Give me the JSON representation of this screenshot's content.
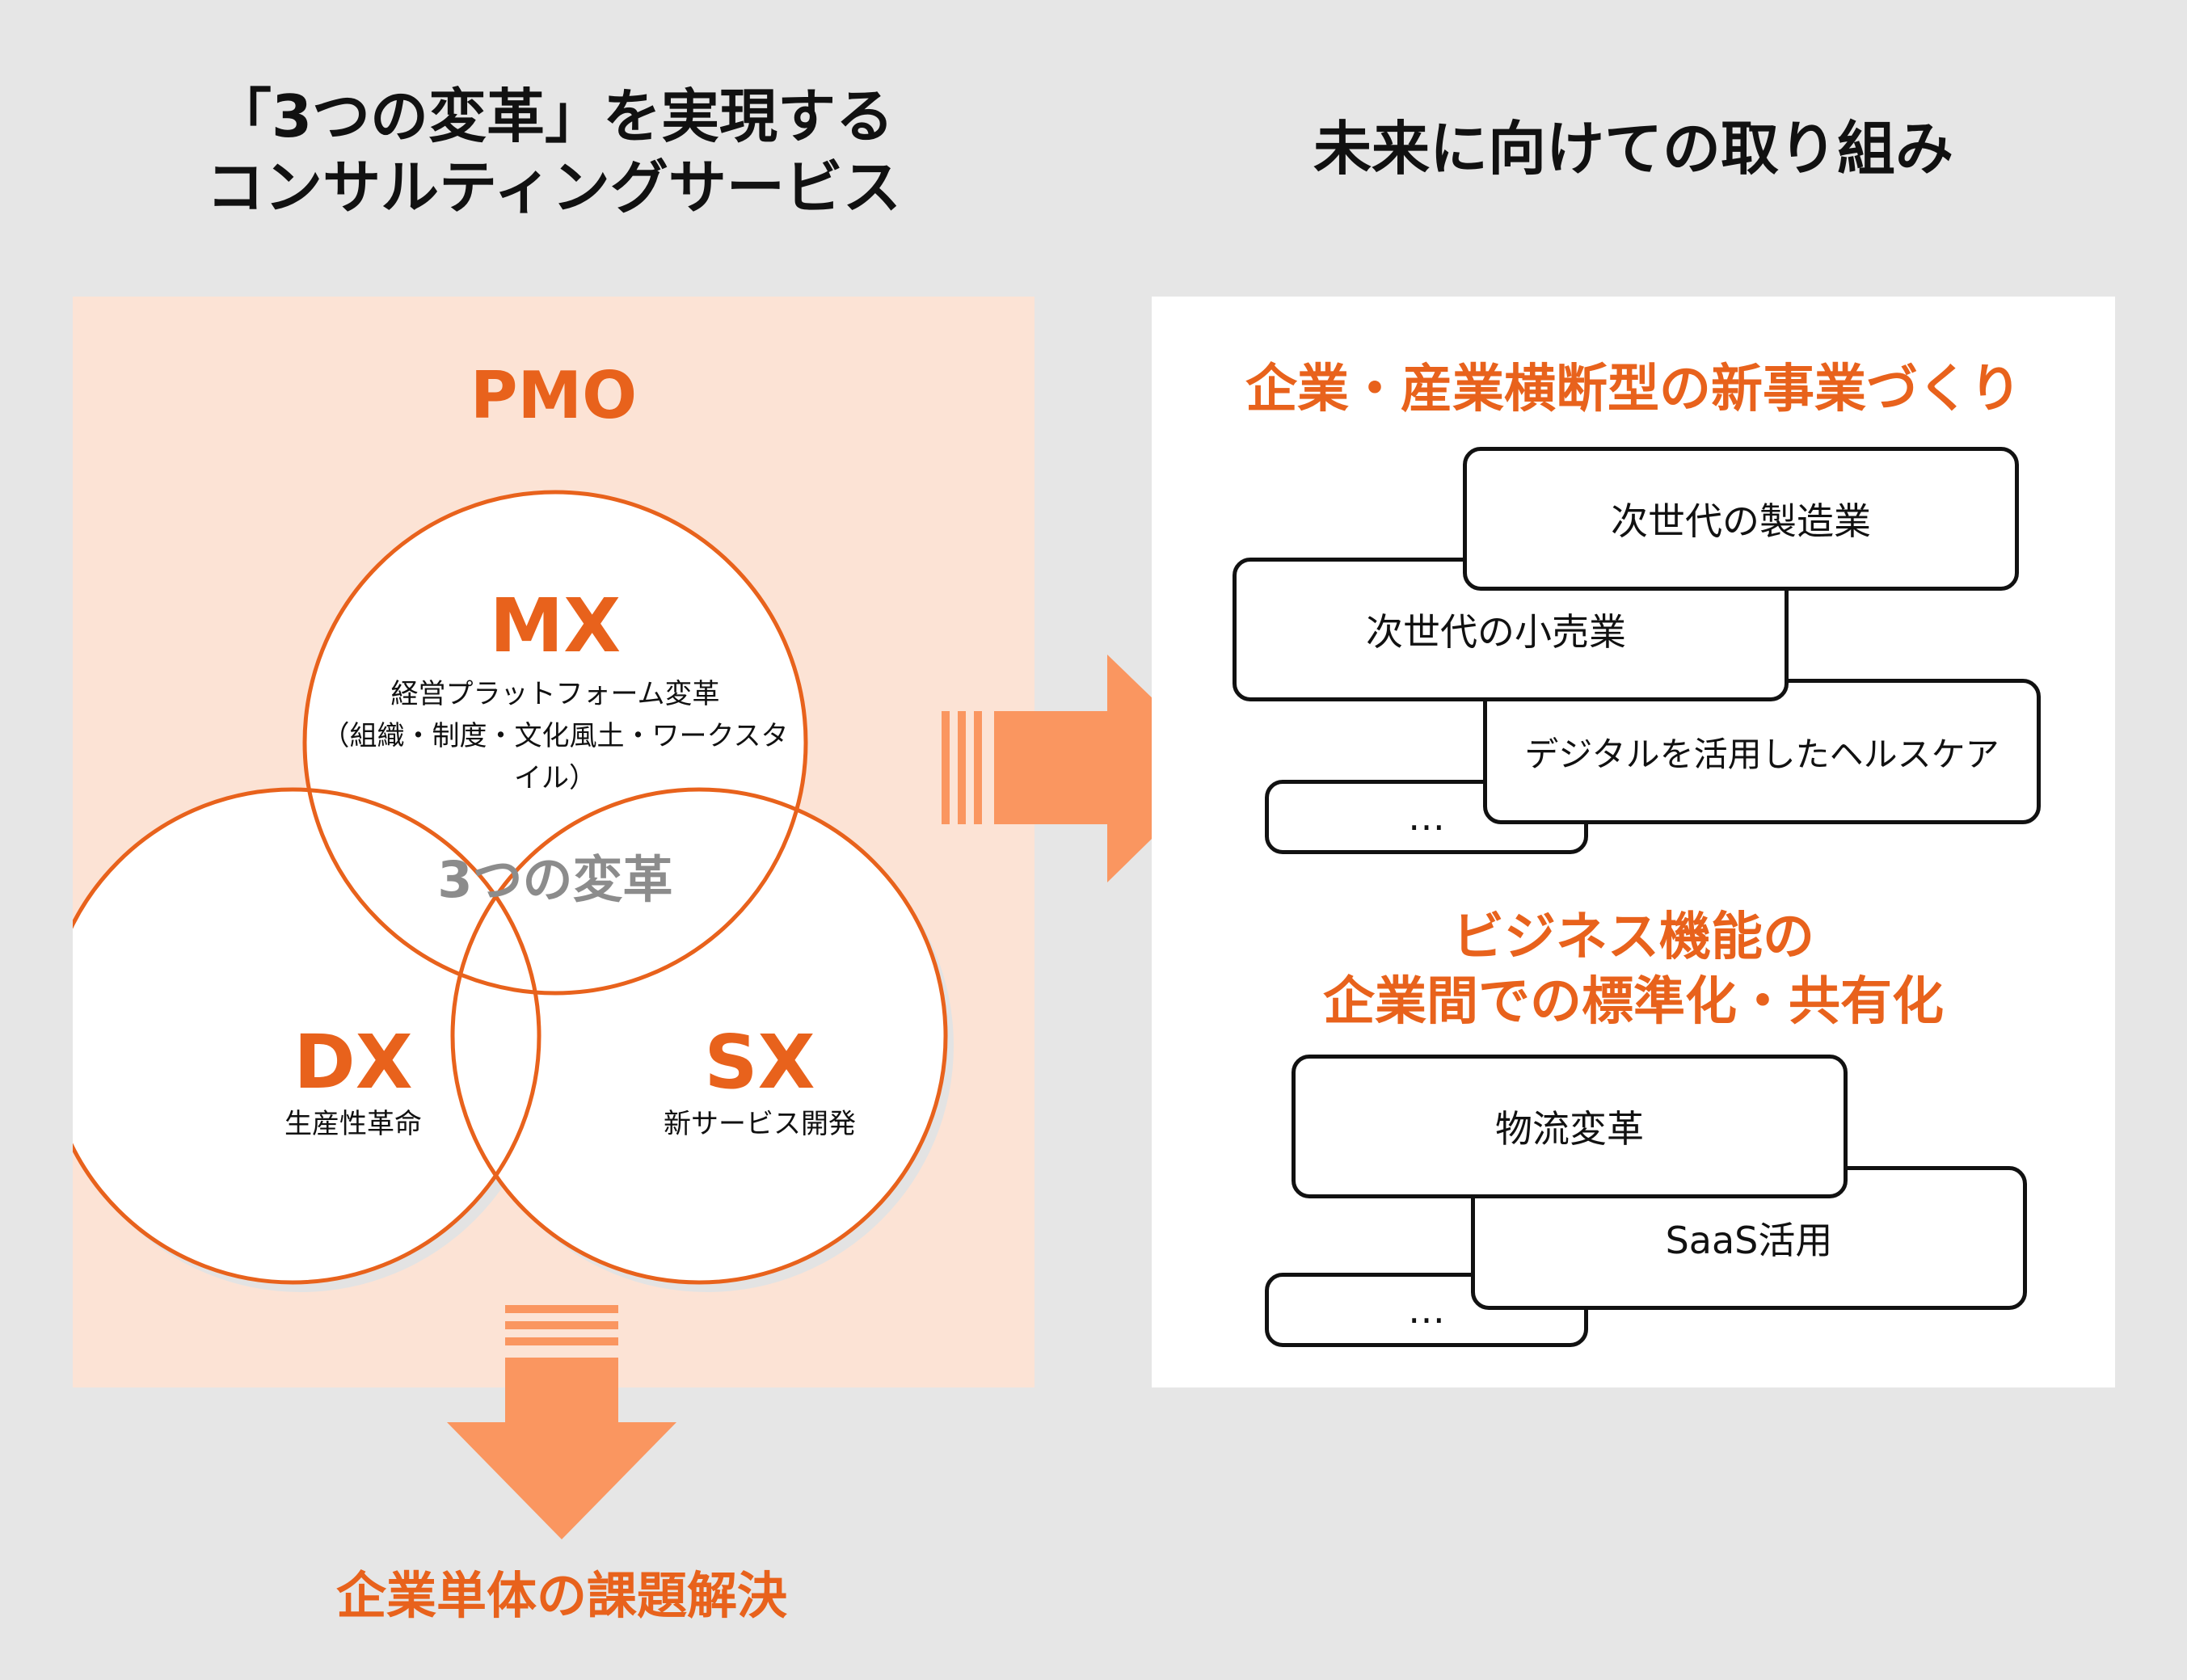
{
  "left": {
    "title_line1": "「3つの変革」を実現する",
    "title_line2": "コンサルティングサービス",
    "pmo": "PMO",
    "center": "3つの変革",
    "mx": {
      "label": "MX",
      "desc1": "経営プラットフォーム変革",
      "desc2": "（組織・制度・文化風土・ワークスタイル）"
    },
    "dx": {
      "label": "DX",
      "desc": "生産性革命"
    },
    "sx": {
      "label": "SX",
      "desc": "新サービス開発"
    },
    "bottom": "企業単体の課題解決"
  },
  "right": {
    "title": "未来に向けての取り組み",
    "section1": {
      "heading": "企業・産業横断型の新事業づくり",
      "cards": [
        "次世代の製造業",
        "次世代の小売業",
        "デジタルを活用したヘルスケア",
        "…"
      ]
    },
    "section2": {
      "heading_line1": "ビジネス機能の",
      "heading_line2": "企業間での標準化・共有化",
      "cards": [
        "物流変革",
        "SaaS活用",
        "…"
      ]
    }
  },
  "colors": {
    "accent": "#e8621c",
    "arrow": "#fa9660",
    "panel": "#fce3d5",
    "background": "#e6e6e6"
  }
}
